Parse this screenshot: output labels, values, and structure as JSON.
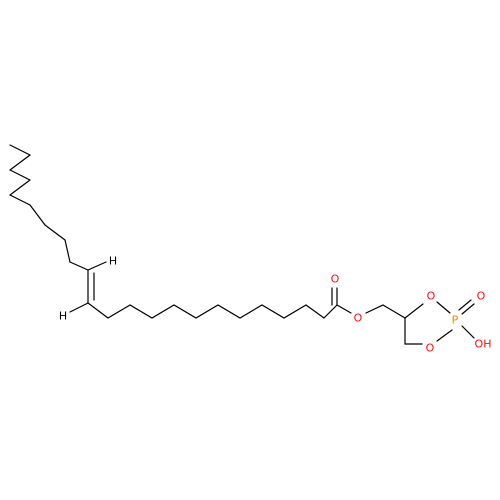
{
  "colors": {
    "background": "#ffffff",
    "carbon_bond": "#000000",
    "oxygen": "#ff0d0d",
    "phosphorus": "#ff8000",
    "hydrogen": "#000000"
  },
  "labels": {
    "h_upper": "H",
    "h_lower": "H",
    "o_carbonyl": "O",
    "o_ester": "O",
    "o_ring_top": "O",
    "o_ring_bottom": "O",
    "p_atom": "P",
    "o_phosphoryl": "O",
    "oh_group": "OH"
  }
}
